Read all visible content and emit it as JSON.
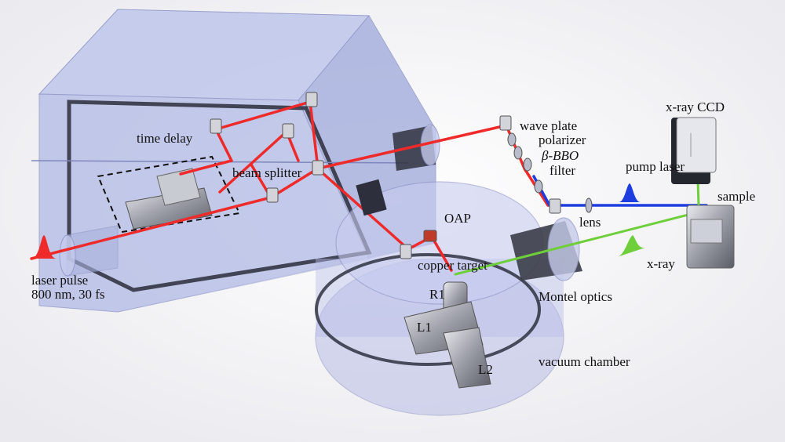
{
  "labels": {
    "time_delay": "time delay",
    "beam_splitter": "beam splitter",
    "wave_plate": "wave plate",
    "polarizer": "polarizer",
    "bbo": "β-BBO",
    "filter": "filter",
    "pump_laser": "pump laser",
    "xray_ccd": "x-ray CCD",
    "sample": "sample",
    "lens": "lens",
    "oap": "OAP",
    "copper_target": "copper target",
    "xray": "x-ray",
    "montel_optics": "Montel optics",
    "r1": "R1",
    "l1": "L1",
    "l2": "L2",
    "vacuum_chamber": "vacuum chamber",
    "laser_pulse": "laser pulse",
    "laser_params": "800 nm, 30 fs"
  },
  "colors": {
    "ir_beam": "#ee2a2a",
    "pump_beam": "#1d3de0",
    "xray_beam": "#6fcf3a",
    "enclosure": "#a9b3df",
    "chamber": "#b4b9e4"
  },
  "icons": [
    "pulse-icon",
    "mirror-icon",
    "camera-icon",
    "stage-icon"
  ]
}
